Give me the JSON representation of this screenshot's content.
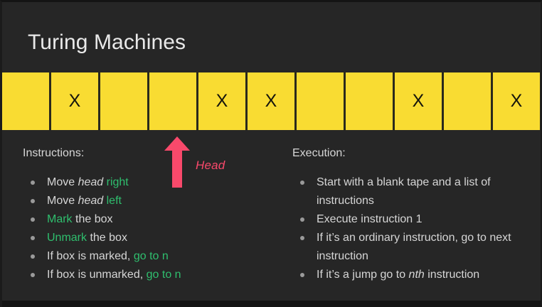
{
  "slide": {
    "title": "Turing Machines",
    "background_color": "#262626",
    "accent_green": "#2FBF6E",
    "accent_pink": "#F9496B",
    "tape_color": "#F9DC32"
  },
  "tape": {
    "mark_symbol": "X",
    "cells": [
      {
        "index": 1,
        "marked": false,
        "label": ""
      },
      {
        "index": 2,
        "marked": true,
        "label": "X"
      },
      {
        "index": 3,
        "marked": false,
        "label": ""
      },
      {
        "index": 4,
        "marked": false,
        "label": ""
      },
      {
        "index": 5,
        "marked": true,
        "label": "X"
      },
      {
        "index": 6,
        "marked": true,
        "label": "X"
      },
      {
        "index": 7,
        "marked": false,
        "label": ""
      },
      {
        "index": 8,
        "marked": false,
        "label": ""
      },
      {
        "index": 9,
        "marked": true,
        "label": "X"
      },
      {
        "index": 10,
        "marked": false,
        "label": ""
      },
      {
        "index": 11,
        "marked": true,
        "label": "X"
      }
    ]
  },
  "head": {
    "label": "Head",
    "points_at_cell": 4,
    "color": "#F9496B"
  },
  "instructions": {
    "heading": "Instructions:",
    "items": [
      {
        "parts": [
          {
            "text": "Move ",
            "style": "plain"
          },
          {
            "text": "head",
            "style": "italic"
          },
          {
            "text": " ",
            "style": "plain"
          },
          {
            "text": "right",
            "style": "green"
          }
        ]
      },
      {
        "parts": [
          {
            "text": "Move ",
            "style": "plain"
          },
          {
            "text": "head",
            "style": "italic"
          },
          {
            "text": " ",
            "style": "plain"
          },
          {
            "text": "left",
            "style": "green"
          }
        ]
      },
      {
        "parts": [
          {
            "text": "Mark",
            "style": "green"
          },
          {
            "text": " the box",
            "style": "plain"
          }
        ]
      },
      {
        "parts": [
          {
            "text": "Unmark",
            "style": "green"
          },
          {
            "text": " the box",
            "style": "plain"
          }
        ]
      },
      {
        "parts": [
          {
            "text": "If box is marked, ",
            "style": "plain"
          },
          {
            "text": "go to n",
            "style": "green"
          }
        ]
      },
      {
        "parts": [
          {
            "text": "If box is unmarked, ",
            "style": "plain"
          },
          {
            "text": "go to n",
            "style": "green"
          }
        ]
      }
    ]
  },
  "execution": {
    "heading": "Execution:",
    "items": [
      {
        "parts": [
          {
            "text": "Start with a blank tape and a list of instructions",
            "style": "plain"
          }
        ]
      },
      {
        "parts": [
          {
            "text": "Execute instruction 1",
            "style": "plain"
          }
        ]
      },
      {
        "parts": [
          {
            "text": "If it’s an ordinary instruction, go to next instruction",
            "style": "plain"
          }
        ]
      },
      {
        "parts": [
          {
            "text": "If it’s a jump go to ",
            "style": "plain"
          },
          {
            "text": "nth",
            "style": "italic"
          },
          {
            "text": " instruction",
            "style": "plain"
          }
        ]
      }
    ]
  }
}
